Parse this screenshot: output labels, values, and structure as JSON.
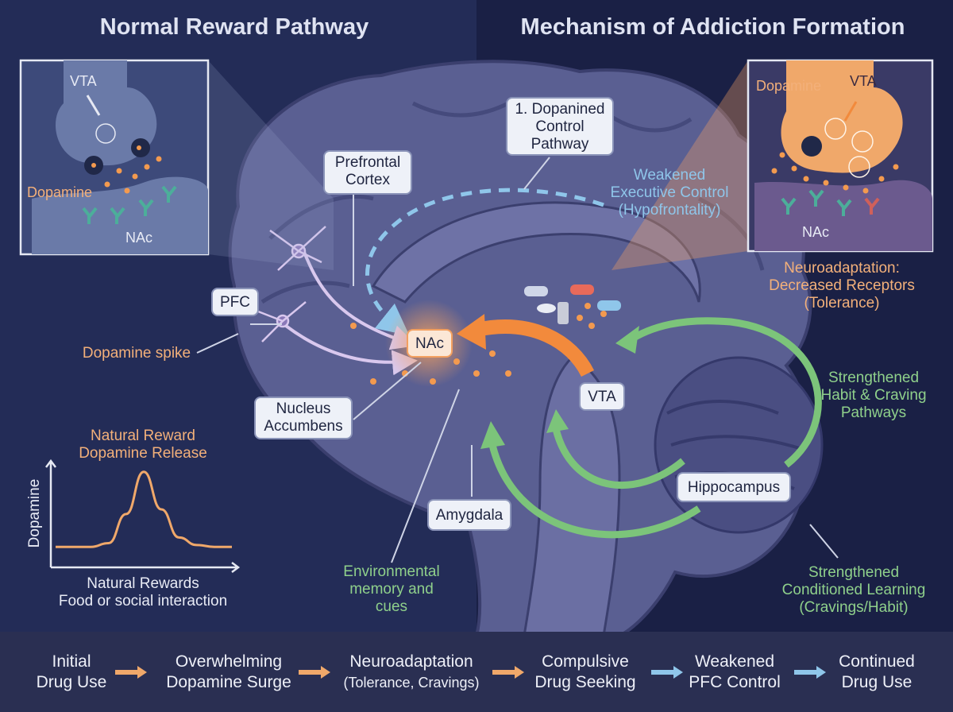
{
  "titles": {
    "left": "Normal Reward Pathway",
    "right": "Mechanism of Addiction Formation"
  },
  "left_inset": {
    "vta": "VTA",
    "dopamine": "Dopamine",
    "nac": "NAc"
  },
  "right_inset": {
    "dopamine": "Dopamine",
    "vta": "VTA",
    "nac": "NAc"
  },
  "labels": {
    "control_pathway": [
      "1. Dopanined",
      "Control",
      "Pathway"
    ],
    "prefrontal_cortex": [
      "Prefrontal",
      "Cortex"
    ],
    "weakened_control": [
      "Weakened",
      "Executive Control",
      "(Hypofrontality)"
    ],
    "pfc": "PFC",
    "dopamine_spike": "Dopamine spike",
    "nac": "NAc",
    "vta": "VTA",
    "nucleus_accumbens": [
      "Nucleus",
      "Accumbens"
    ],
    "neuroadaptation": [
      "Neuroadaptation:",
      "Decreased Receptors",
      "(Tolerance)"
    ],
    "strengthened_habit": [
      "Strengthened",
      "Habit & Craving",
      "Pathways"
    ],
    "hippocampus": "Hippocampus",
    "amygdala": "Amygdala",
    "environmental": [
      "Environmental",
      "memory and",
      "cues"
    ],
    "conditioned": [
      "Strengthened",
      "Conditioned Learning",
      "(Cravings/Habit)"
    ]
  },
  "mini_chart": {
    "title": [
      "Natural Reward",
      "Dopamine Release"
    ],
    "ylabel": "Dopamine",
    "xlabel": [
      "Natural Rewards",
      "Food or social interaction"
    ]
  },
  "chart_data": {
    "type": "line",
    "title": "Natural Reward Dopamine Release",
    "ylabel": "Dopamine",
    "xlabel": "Natural Rewards",
    "x": [
      0,
      1,
      2,
      3,
      4,
      5,
      6,
      7,
      8,
      9,
      10
    ],
    "series": [
      {
        "values": [
          1,
          1,
          1,
          1.4,
          4.5,
          9,
          5,
          2,
          1.2,
          1,
          1
        ]
      }
    ],
    "grid": false
  },
  "flow": [
    {
      "l1": "Initial",
      "l2": "Drug Use"
    },
    {
      "l1": "Overwhelming",
      "l2": "Dopamine Surge"
    },
    {
      "l1": "Neuroadaptation",
      "l2": "(Tolerance, Cravings)"
    },
    {
      "l1": "Compulsive",
      "l2": "Drug Seeking"
    },
    {
      "l1": "Weakened",
      "l2": "PFC Control"
    },
    {
      "l1": "Continued",
      "l2": "Drug Use"
    }
  ],
  "colors": {
    "orange": "#f3b07a",
    "blue": "#8fc6ea",
    "green": "#7cc47a",
    "brain": "#5a5f92"
  }
}
